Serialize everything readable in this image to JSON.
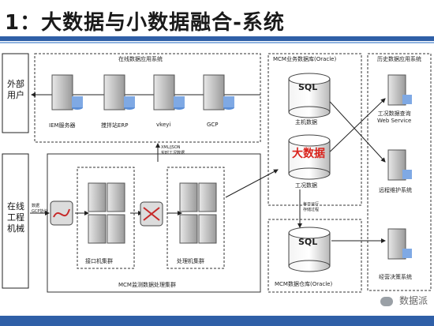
{
  "title": "1：大数据与小数据融合-系统",
  "left_labels": {
    "external": "外部\n用户",
    "machinery": "在线\n工程\n机械"
  },
  "online_app_box": {
    "label": "在线数据应用系统"
  },
  "app_servers": [
    {
      "name": "IEM服务器"
    },
    {
      "name": "搅拌站ERP"
    },
    {
      "name": "vkeyi"
    },
    {
      "name": "GCP"
    }
  ],
  "cluster_box": {
    "label": "MCM监测数据处理集群"
  },
  "clusters": [
    {
      "name": "接口机集群"
    },
    {
      "name": "处理机集群"
    }
  ],
  "arrow_labels": {
    "xml": "XML/JSON\n实时工况数据",
    "data_in": "数据\nGCP协议",
    "daily": "每日运行\n存储过程"
  },
  "business_db": {
    "label": "MCM业务数据库(Oracle)",
    "sql": "SQL",
    "host": "主机数据",
    "bigdata": "大数据",
    "work": "工况数据"
  },
  "warehouse": {
    "label": "MCM数据仓库(Oracle)",
    "sql": "SQL"
  },
  "history_box": {
    "label": "历史数据应用系统"
  },
  "history_items": [
    {
      "name": "工况数据查询\nWeb Service"
    },
    {
      "name": "远程维护系统"
    },
    {
      "name": "经营决策系统"
    }
  ],
  "watermark": "数据派",
  "colors": {
    "accent": "#2f5fa7",
    "bigdata_red": "#d9231c"
  }
}
